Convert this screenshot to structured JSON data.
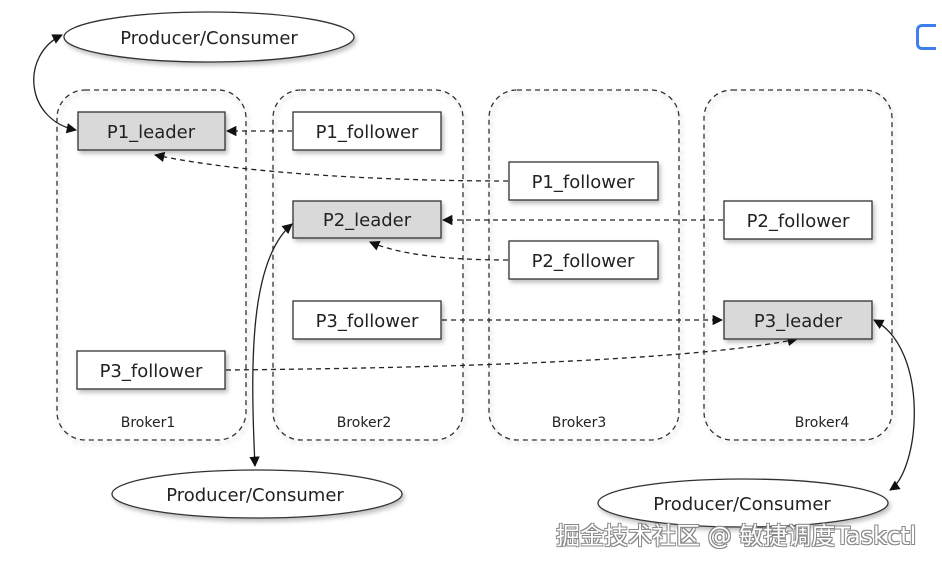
{
  "brokers": [
    {
      "label": "Broker1"
    },
    {
      "label": "Broker2"
    },
    {
      "label": "Broker3"
    },
    {
      "label": "Broker4"
    }
  ],
  "partitions": {
    "b1_p1_leader": "P1_leader",
    "b1_p3_follower": "P3_follower",
    "b2_p1_follower": "P1_follower",
    "b2_p2_leader": "P2_leader",
    "b2_p3_follower": "P3_follower",
    "b3_p1_follower": "P1_follower",
    "b3_p2_follower": "P2_follower",
    "b4_p2_follower": "P2_follower",
    "b4_p3_leader": "P3_leader"
  },
  "clients": {
    "top": "Producer/Consumer",
    "bottom_left": "Producer/Consumer",
    "bottom_right": "Producer/Consumer"
  },
  "colors": {
    "leader_fill": "#d9d9d9",
    "follower_fill": "#ffffff",
    "stroke": "#333333"
  },
  "watermark": "掘金技术社区 @ 敏捷调度Taskctl"
}
